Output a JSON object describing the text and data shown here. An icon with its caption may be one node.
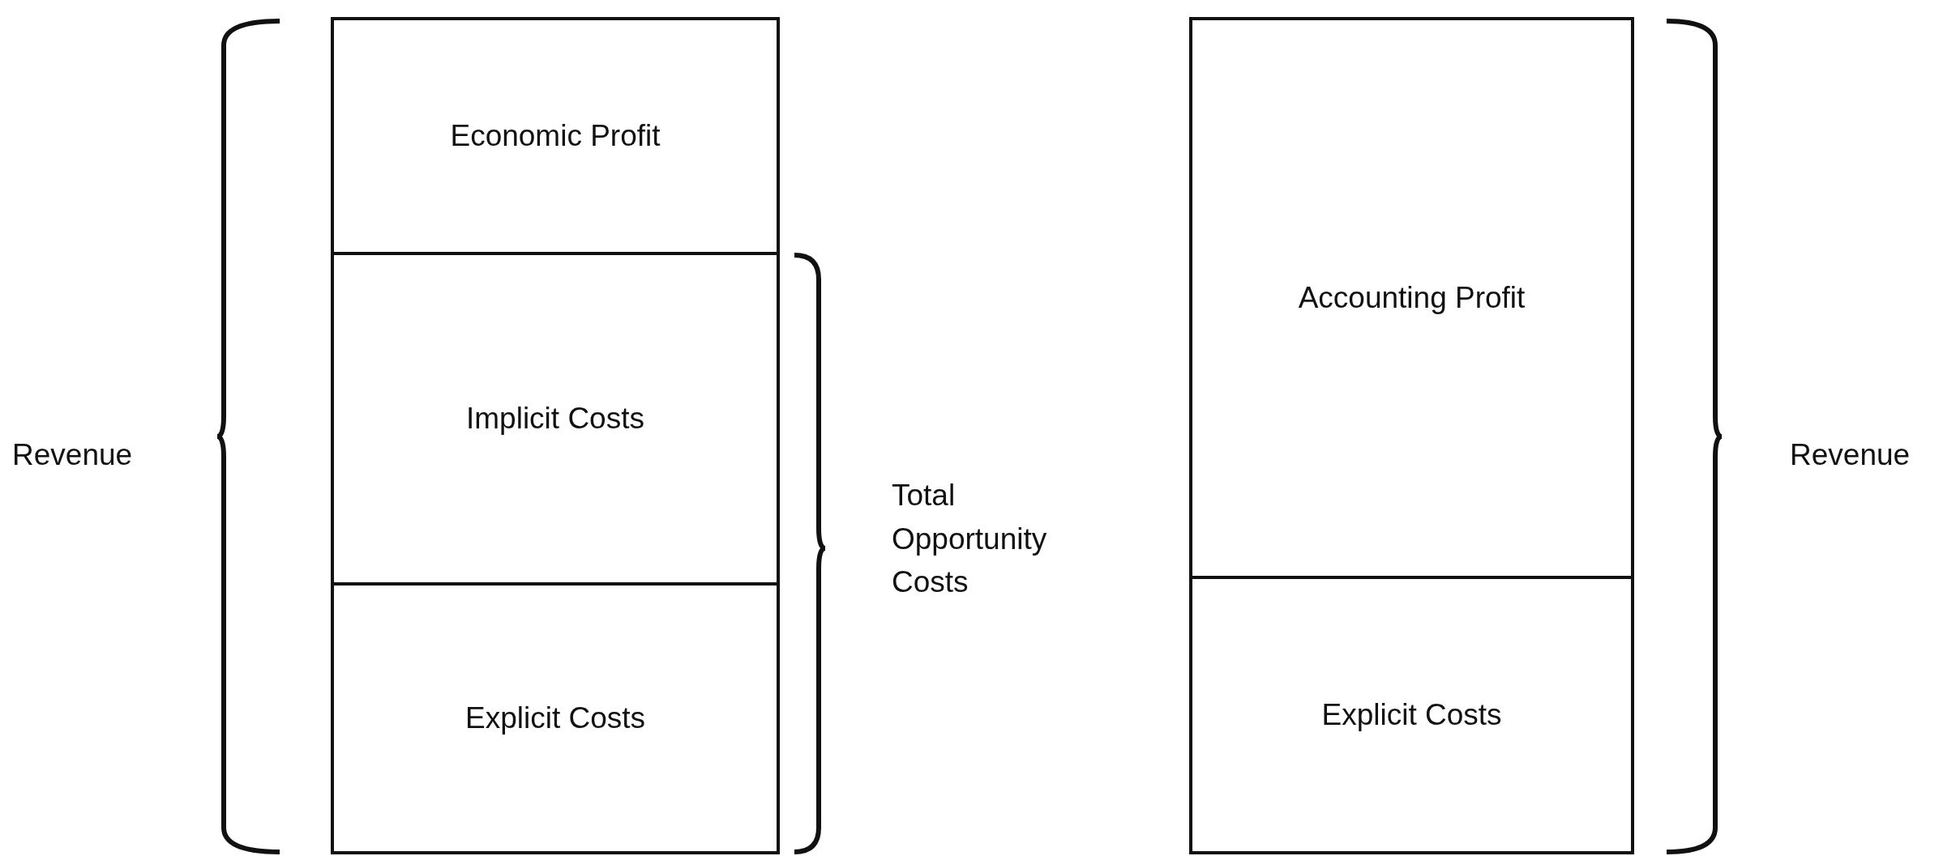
{
  "diagram": {
    "nodes": [
      {
        "text": [
          "Economic Profit"
        ]
      },
      {
        "text": [
          "Implicit Costs"
        ]
      },
      {
        "text": [
          "Explicit Costs"
        ]
      },
      {
        "text": [
          "Accounting Profit"
        ]
      },
      {
        "text": [
          "Explicit Costs"
        ]
      }
    ],
    "labels": [
      "Revenue",
      "Total Opportunity Costs",
      "Revenue"
    ]
  }
}
